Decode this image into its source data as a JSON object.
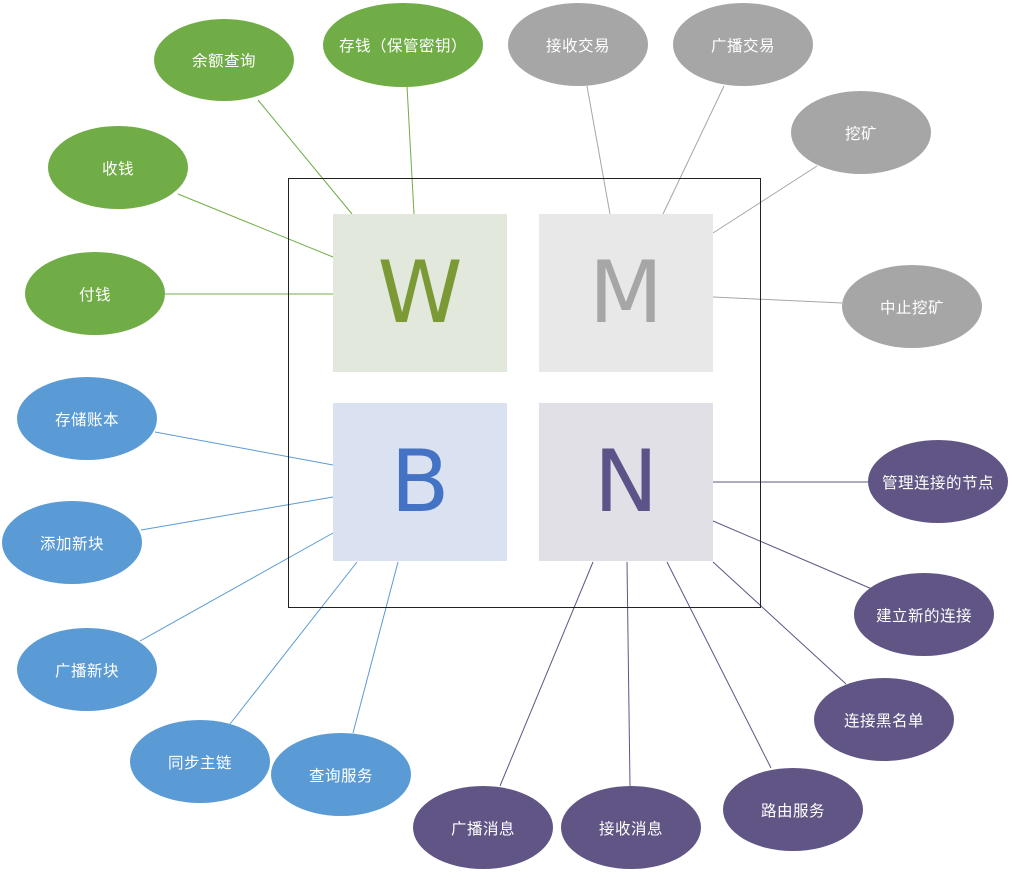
{
  "colors": {
    "green": "#70ad47",
    "gray": "#a6a6a6",
    "blue": "#5b9bd5",
    "purple": "#605585"
  },
  "quadrants": {
    "w": {
      "letter": "W",
      "color": "#7b9a35",
      "background": "#e2e8dc"
    },
    "m": {
      "letter": "M",
      "color": "#a6a6a6",
      "background": "#e8e8e8"
    },
    "b": {
      "letter": "B",
      "color": "#4472c4",
      "background": "#dae2f1"
    },
    "n": {
      "letter": "N",
      "color": "#5c5488",
      "background": "#e0e0e6"
    }
  },
  "wallet": {
    "balance": "余额查询",
    "deposit": "存钱（保管密钥）",
    "receive": "收钱",
    "pay": "付钱"
  },
  "miner": {
    "receive_tx": "接收交易",
    "broadcast_tx": "广播交易",
    "mine": "挖矿",
    "stop_mine": "中止挖矿"
  },
  "blockchain": {
    "store_ledger": "存储账本",
    "add_block": "添加新块",
    "broadcast_block": "广播新块",
    "sync_chain": "同步主链",
    "query_service": "查询服务"
  },
  "network": {
    "manage_nodes": "管理连接的节点",
    "new_connection": "建立新的连接",
    "blacklist": "连接黑名单",
    "routing": "路由服务",
    "receive_msg": "接收消息",
    "broadcast_msg": "广播消息"
  }
}
